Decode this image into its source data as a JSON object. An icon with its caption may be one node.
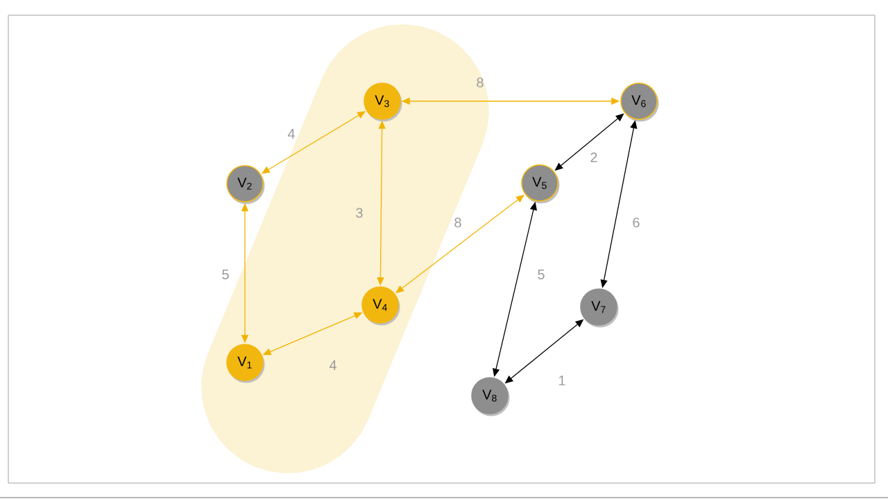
{
  "diagram": {
    "nodes": [
      {
        "text": [],
        "shape": "band"
      },
      {
        "text": [
          "V$_{1}$"
        ],
        "in": 0
      },
      {
        "text": [
          "V$_{2}$"
        ],
        "in": 0
      },
      {
        "text": [
          "V$_{3}$"
        ],
        "in": 0
      },
      {
        "text": [
          "V$_{4}$"
        ],
        "in": 0
      },
      {
        "text": [
          "V$_{5}$"
        ]
      },
      {
        "text": [
          "V$_{6}$"
        ]
      },
      {
        "text": [
          "V$_{7}$"
        ]
      },
      {
        "text": [
          "V$_{8}$"
        ]
      }
    ],
    "edges": [
      {
        "from": 3,
        "to": 2,
        "arrow": "both",
        "label": "4"
      },
      {
        "from": 3,
        "to": 4,
        "arrow": "both",
        "label": "3"
      },
      {
        "from": 2,
        "to": 1,
        "arrow": "both",
        "label": "5"
      },
      {
        "from": 1,
        "to": 4,
        "arrow": "both",
        "label": "4"
      },
      {
        "from": 4,
        "to": 5,
        "arrow": "both",
        "label": "8"
      },
      {
        "from": 3,
        "to": 6,
        "arrow": "both",
        "label": "8"
      },
      {
        "from": 5,
        "to": 6,
        "arrow": "both",
        "label": "2",
        "color": "#000000"
      },
      {
        "from": 6,
        "to": 7,
        "arrow": "both",
        "label": "6",
        "color": "#000000"
      },
      {
        "from": 5,
        "to": 8,
        "arrow": "both",
        "label": "5",
        "color": "#000000"
      },
      {
        "from": 8,
        "to": 7,
        "arrow": "both",
        "label": "1",
        "color": "#000000"
      }
    ]
  }
}
